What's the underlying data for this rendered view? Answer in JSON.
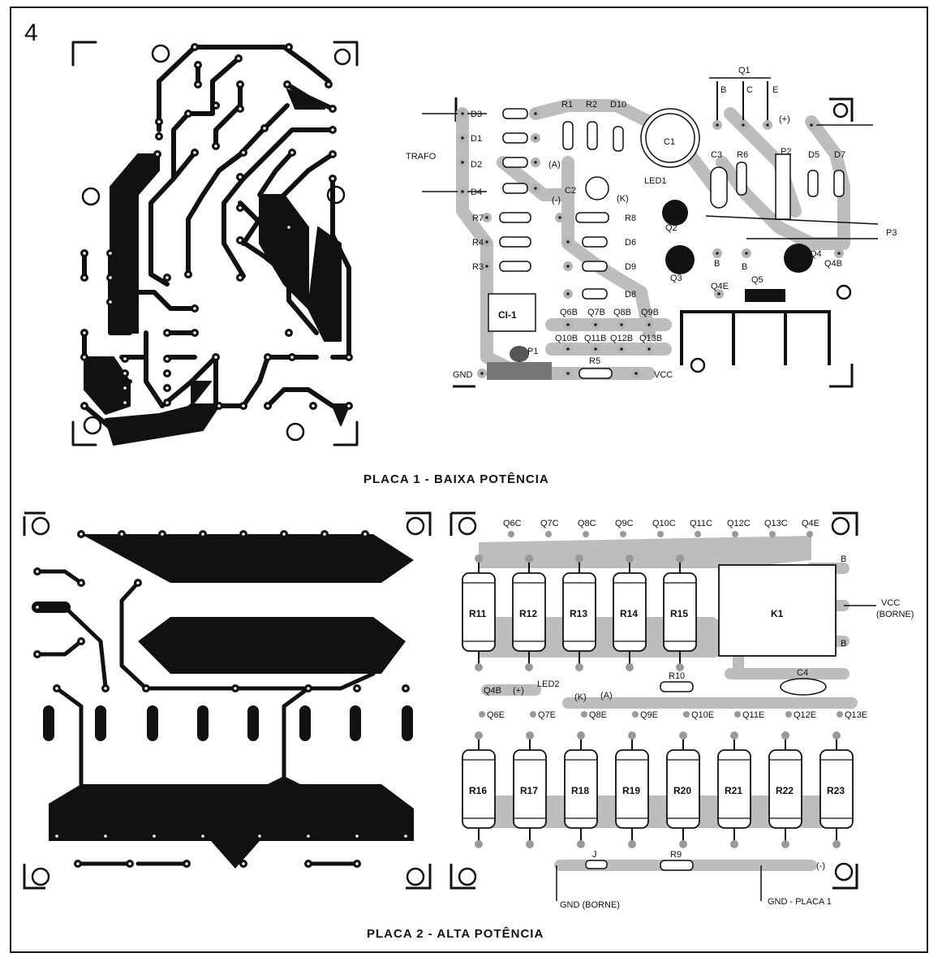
{
  "figure_number": "4",
  "placa1": {
    "caption": "PLACA 1 - BAIXA POTÊNCIA",
    "labels": {
      "trafo": "TRAFO",
      "gnd": "GND",
      "vcc": "VCC",
      "q1": "Q1",
      "b": "B",
      "c": "C",
      "e": "E",
      "plus": "(+)",
      "minus": "(-)",
      "a": "(A)",
      "k": "(K)",
      "led1": "LED1",
      "p3": "P3",
      "ci1": "CI-1"
    },
    "components": [
      "D3",
      "D1",
      "D2",
      "D4",
      "R1",
      "R2",
      "D10",
      "C1",
      "C2",
      "C3",
      "R6",
      "P2",
      "D5",
      "D7",
      "Q2",
      "R7",
      "R8",
      "R4",
      "D6",
      "R3",
      "D9",
      "D8",
      "Q3",
      "Q4",
      "Q5",
      "P1",
      "R5"
    ],
    "pads": [
      "Q4B",
      "Q4E",
      "Q6B",
      "Q7B",
      "Q8B",
      "Q9B",
      "Q10B",
      "Q11B",
      "Q12B",
      "Q13B"
    ]
  },
  "placa2": {
    "caption": "PLACA 2 - ALTA POTÊNCIA",
    "top_pads": [
      "Q6C",
      "Q7C",
      "Q8C",
      "Q9C",
      "Q10C",
      "Q11C",
      "Q12C",
      "Q13C",
      "Q4E"
    ],
    "upper_resistors": [
      "R11",
      "R12",
      "R13",
      "R14",
      "R15"
    ],
    "lower_resistors": [
      "R16",
      "R17",
      "R18",
      "R19",
      "R20",
      "R21",
      "R22",
      "R23"
    ],
    "emitter_pads": [
      "Q6E",
      "Q7E",
      "Q8E",
      "Q9E",
      "Q10E",
      "Q11E",
      "Q12E",
      "Q13E"
    ],
    "labels": {
      "k1": "K1",
      "vcc_borne": "VCC",
      "borne": "(BORNE)",
      "b_top": "B",
      "b_bottom": "B",
      "c4": "C4",
      "r10": "R10",
      "r9": "R9",
      "j": "J",
      "q4b": "Q4B",
      "plus": "(+)",
      "led2": "LED2",
      "k": "(K)",
      "a": "(A)",
      "minus": "(-)",
      "gnd_borne": "GND (BORNE)",
      "gnd_placa1": "GND - PLACA 1"
    }
  }
}
